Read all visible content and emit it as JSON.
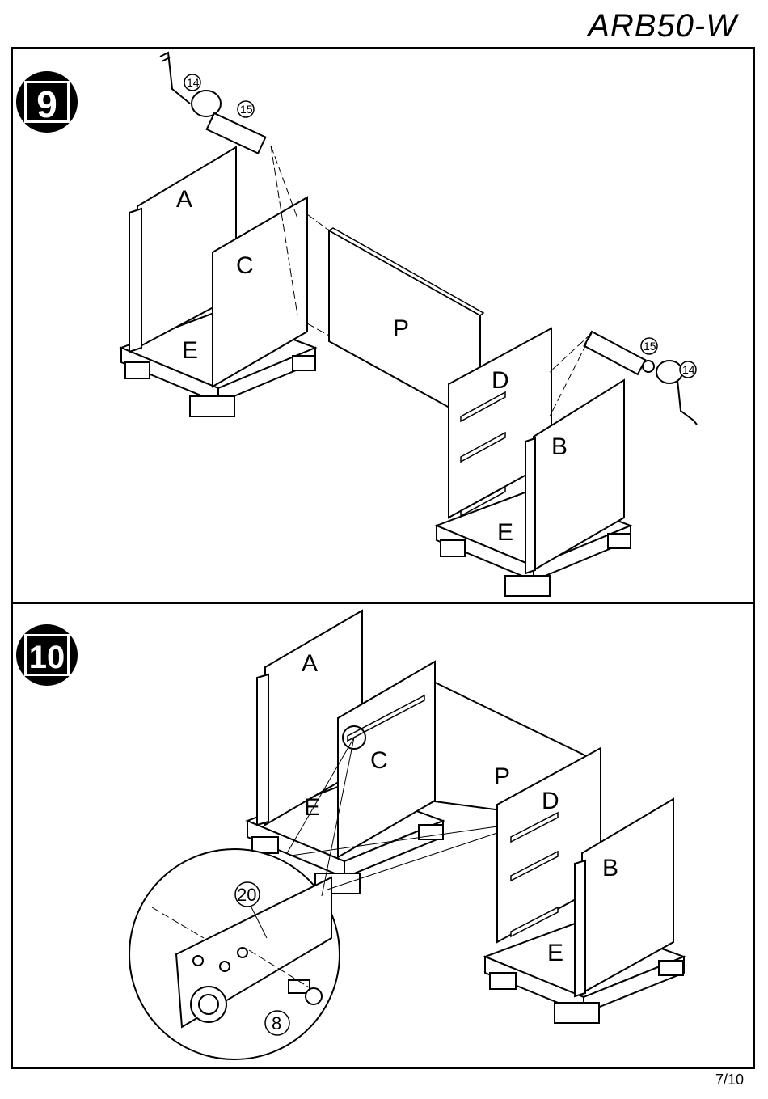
{
  "header": {
    "model": "ARB50-W"
  },
  "steps": [
    {
      "number": "9",
      "labels": {
        "A": "A",
        "C": "C",
        "E1": "E",
        "P": "P",
        "D": "D",
        "B": "B",
        "E2": "E"
      },
      "parts": {
        "handle_left": "14",
        "screw_left": "15",
        "screw_right": "15",
        "handle_right": "14"
      }
    },
    {
      "number": "10",
      "labels": {
        "A": "A",
        "C": "C",
        "E1": "E",
        "P": "P",
        "D": "D",
        "B": "B",
        "E2": "E"
      },
      "parts": {
        "cam": "20",
        "screw": "8"
      }
    }
  ],
  "footer": {
    "page": "7/10"
  }
}
